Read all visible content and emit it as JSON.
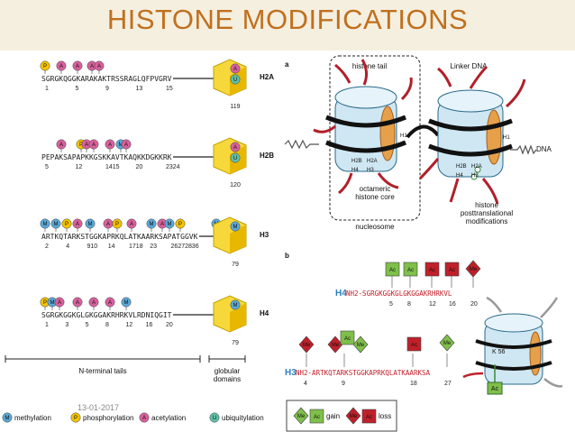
{
  "title": "HISTONE MODIFICATIONS",
  "date": "13-01-2017",
  "left": {
    "rows": [
      {
        "label": "H2A",
        "sequence": "SGRGKQGGKARAKAKTRSSRAGLQFPVGRV",
        "numbers": [
          "1",
          "5",
          "9",
          "13",
          "15"
        ],
        "tail_number": "119",
        "marks": [
          {
            "type": "P",
            "ofs": 0
          },
          {
            "type": "A",
            "ofs": 18
          },
          {
            "type": "A",
            "ofs": 36
          },
          {
            "type": "A",
            "ofs": 52
          },
          {
            "type": "A",
            "ofs": 60
          }
        ],
        "tail_marks": [
          {
            "type": "A"
          },
          {
            "type": "U"
          }
        ]
      },
      {
        "label": "H2B",
        "sequence": "PEPAKSAPAPKKGSKKAVTKAQKKDGKKRK",
        "numbers": [
          "5",
          "12",
          "1415",
          "20",
          "2324"
        ],
        "tail_number": "120",
        "marks": [
          {
            "type": "A",
            "ofs": 18
          },
          {
            "type": "P",
            "ofs": 40
          },
          {
            "type": "A",
            "ofs": 46
          },
          {
            "type": "A",
            "ofs": 54
          },
          {
            "type": "A",
            "ofs": 72
          },
          {
            "type": "M",
            "ofs": 84
          },
          {
            "type": "A",
            "ofs": 90
          }
        ],
        "tail_marks": [
          {
            "type": "A"
          },
          {
            "type": "U"
          }
        ]
      },
      {
        "label": "H3",
        "sequence": "ARTKQTARKSTGGKAPRKQLATKAARKSAPATGGVK",
        "numbers": [
          "2",
          "4",
          "910",
          "14",
          "1718",
          "23",
          "262728",
          "36"
        ],
        "tail_number": "79",
        "marks": [
          {
            "type": "M",
            "ofs": 0
          },
          {
            "type": "M",
            "ofs": 12
          },
          {
            "type": "P",
            "ofs": 24
          },
          {
            "type": "A",
            "ofs": 36
          },
          {
            "type": "M",
            "ofs": 50
          },
          {
            "type": "A",
            "ofs": 70
          },
          {
            "type": "P",
            "ofs": 80
          },
          {
            "type": "A",
            "ofs": 96
          },
          {
            "type": "M",
            "ofs": 118
          },
          {
            "type": "A",
            "ofs": 130
          },
          {
            "type": "M",
            "ofs": 138
          },
          {
            "type": "P",
            "ofs": 150
          },
          {
            "type": "M",
            "ofs": 190
          }
        ],
        "tail_marks": [
          {
            "type": "M"
          }
        ]
      },
      {
        "label": "H4",
        "sequence": "SGRGKGGKGLGKGGAKRHRKVLRDNIQGIT",
        "numbers": [
          "1",
          "3",
          "5",
          "8",
          "12",
          "16",
          "20"
        ],
        "tail_number": "79",
        "marks": [
          {
            "type": "P",
            "ofs": 0
          },
          {
            "type": "M",
            "ofs": 8
          },
          {
            "type": "A",
            "ofs": 16
          },
          {
            "type": "A",
            "ofs": 36
          },
          {
            "type": "A",
            "ofs": 54
          },
          {
            "type": "A",
            "ofs": 72
          },
          {
            "type": "M",
            "ofs": 90
          }
        ],
        "tail_marks": [
          {
            "type": "M"
          }
        ]
      }
    ],
    "bracket_ntail": "N-terminal tails",
    "bracket_globular": "globular domains",
    "legend": [
      {
        "type": "M",
        "label": "methylation"
      },
      {
        "type": "P",
        "label": "phosphorylation"
      },
      {
        "type": "A",
        "label": "acetylation"
      },
      {
        "type": "U",
        "label": "ubiquitylation"
      }
    ]
  },
  "right": {
    "panel_a": "a",
    "panel_b": "b",
    "histone_tail": "histone tail",
    "linker_dna": "Linker DNA",
    "dna": "DNA",
    "octameric_core": "octameric histone core",
    "nucleosome": "nucleosome",
    "ptm": "histone posttranslational modifications",
    "h2b": "H2B",
    "h2a": "H2A",
    "h4": "H4",
    "h3": "H3",
    "h1": "H1",
    "h4_seq_label": "H4",
    "h4_seq": "NH2-SGRGKGGKGLGKGGAKRHRKVL",
    "h4_nums": [
      "5",
      "8",
      "12",
      "16",
      "20"
    ],
    "h3_seq_label": "H3",
    "h3_seq": "NH2-ARTKQTARKSTGGKAPRKQLATKAARKSA",
    "h3_nums": [
      "4",
      "9",
      "18",
      "27"
    ],
    "k56": "K 56",
    "ac": "Ac",
    "me": "Me",
    "gain": "gain",
    "loss": "loss"
  },
  "colors": {
    "M": "#5aa8d8",
    "P": "#f2c300",
    "A": "#d8609c",
    "U": "#5fbfa6",
    "accent": "#c0701e",
    "red": "#c0202a",
    "green": "#7fbf4a"
  }
}
